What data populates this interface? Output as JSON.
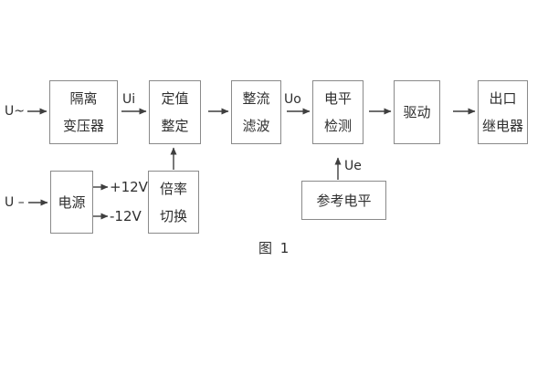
{
  "figure": {
    "caption": "图 1"
  },
  "blocks": {
    "isolation_transformer": {
      "line1": "隔离",
      "line2": "变压器"
    },
    "setpoint_adjust": {
      "line1": "定值",
      "line2": "整定"
    },
    "rectifier_filter": {
      "line1": "整流",
      "line2": "滤波"
    },
    "level_detect": {
      "line1": "电平",
      "line2": "检测"
    },
    "driver": {
      "line1": "驱动"
    },
    "output_relay": {
      "line1": "出口",
      "line2": "继电器"
    },
    "power_supply": {
      "line1": "电源"
    },
    "multiplier_switch": {
      "line1": "倍率",
      "line2": "切换"
    },
    "reference_level": {
      "line1": "参考电平"
    }
  },
  "signals": {
    "input_ac": "U~",
    "input_dc": "U –",
    "ui": "Ui",
    "uo": "Uo",
    "ue": "Ue",
    "rail_positive": "+12V",
    "rail_negative": "-12V"
  },
  "colors": {
    "background": "#ffffff",
    "box_border": "#8a8a8a",
    "wire": "#3f3f3f",
    "text": "#2e2e2e"
  }
}
